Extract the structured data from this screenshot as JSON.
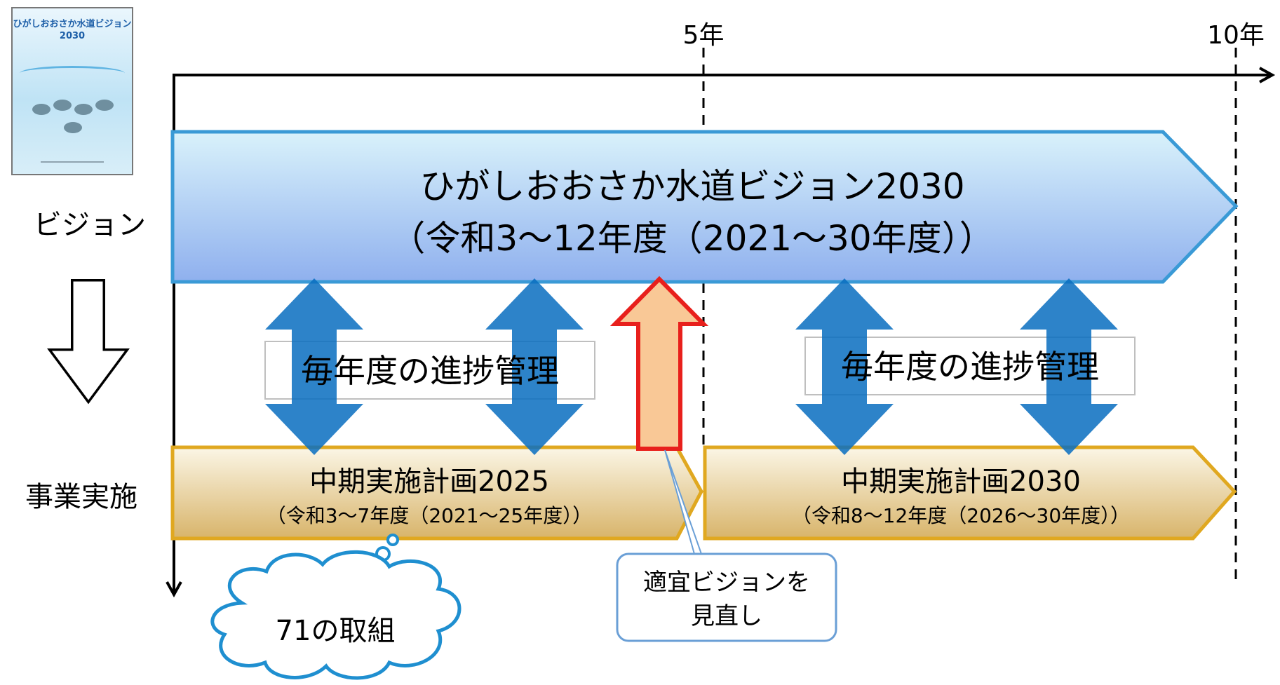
{
  "timeline": {
    "mid_label": "5年",
    "end_label": "10年"
  },
  "cover": {
    "title": "ひがしおおさか水道ビジョン2030"
  },
  "row_labels": {
    "vision": "ビジョン",
    "implementation": "事業実施"
  },
  "vision_banner": {
    "title": "ひがしおおさか水道ビジョン2030",
    "period": "（令和3～12年度（2021～30年度））"
  },
  "progress_management": {
    "left": "毎年度の進捗管理",
    "right": "毎年度の進捗管理"
  },
  "plans": [
    {
      "title": "中期実施計画2025",
      "period": "（令和3～7年度（2021～25年度））"
    },
    {
      "title": "中期実施計画2030",
      "period": "（令和8～12年度（2026～30年度））"
    }
  ],
  "review_callout": {
    "line1": "適宜ビジョンを",
    "line2": "見直し"
  },
  "initiatives_cloud": {
    "text": "71の取組"
  },
  "colors": {
    "vision_fill_top": "#d9f2fb",
    "vision_fill_bottom": "#8fb0ee",
    "vision_border": "#3a9ad6",
    "plan_fill_top": "#fbf6e6",
    "plan_fill_bottom": "#d8b46a",
    "plan_border": "#e0a820",
    "double_arrow": "#0b6fc0",
    "review_arrow_fill": "#f9c896",
    "review_arrow_border": "#e8201c",
    "callout_border": "#6a9fd6",
    "cloud_border": "#1f8fd0"
  }
}
